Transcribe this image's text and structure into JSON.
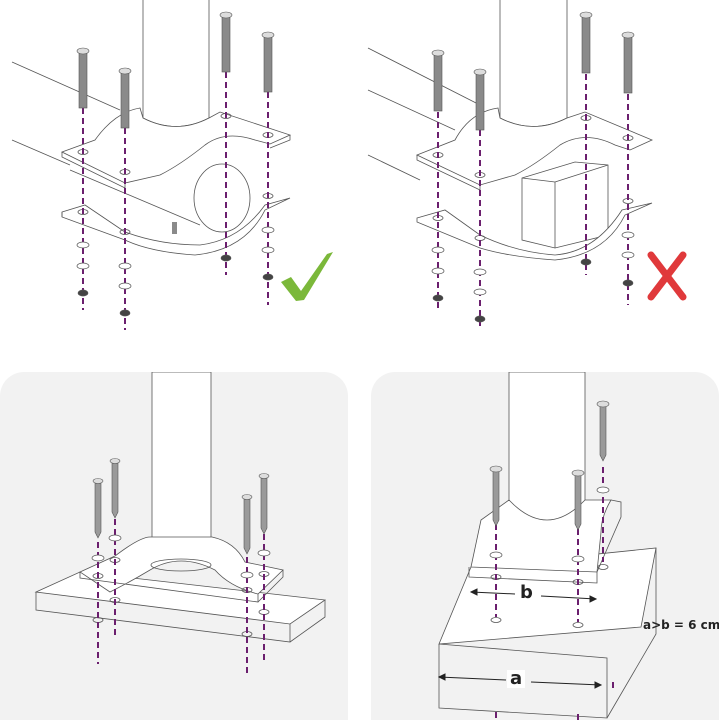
{
  "panels": [
    {
      "id": "top-left",
      "description": "Clamp plates around round pipe with 4 long machine screws, washers and nuts",
      "status": "correct",
      "status_icon": "checkmark-icon",
      "status_color": "#7bb83a"
    },
    {
      "id": "top-right",
      "description": "Clamp plates around square pipe with 4 long machine screws, washers and nuts",
      "status": "incorrect",
      "status_icon": "cross-icon",
      "status_color": "#e0393b"
    },
    {
      "id": "bottom-left",
      "description": "Pole base clamp screwed onto wooden board with 4 wood screws",
      "background": "#f2f2f2"
    },
    {
      "id": "bottom-right",
      "description": "Pole base clamp on thick wooden block with dimensions a and b",
      "background": "#f2f2f2",
      "dimension_b_label": "b",
      "dimension_a_label": "a",
      "formula": "a>b = 6 cm"
    }
  ],
  "colors": {
    "line": "#555555",
    "screw": "#8a8a8a",
    "dash": "#6b1f6e",
    "card_bg": "#f2f2f2"
  }
}
